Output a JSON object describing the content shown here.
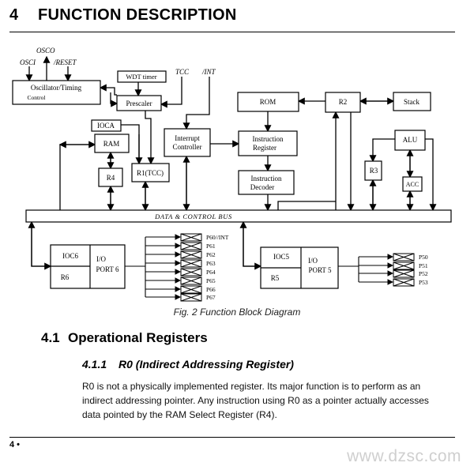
{
  "heading": {
    "number": "4",
    "title": "FUNCTION DESCRIPTION"
  },
  "diagram": {
    "blocks": {
      "osc": [
        "Oscillator/Timing",
        "Control"
      ],
      "wdt": "WDT timer",
      "prescaler": "Prescaler",
      "ioca": "IOCA",
      "ram": "RAM",
      "r4": "R4",
      "r1": "R1(TCC)",
      "int_ctrl": [
        "Interrupt",
        "Controller"
      ],
      "rom": "ROM",
      "inst_reg": [
        "Instruction",
        "Register"
      ],
      "inst_dec": [
        "Instruction",
        "Decoder"
      ],
      "r2": "R2",
      "stack": "Stack",
      "alu": "ALU",
      "r3": "R3",
      "acc": "ACC",
      "bus": "DATA & CONTROL BUS",
      "ioc6": "IOC6",
      "r6": "R6",
      "port6": [
        "I/O",
        "PORT 6"
      ],
      "ioc5": "IOC5",
      "r5": "R5",
      "port5": [
        "I/O",
        "PORT 5"
      ]
    },
    "signals": {
      "osco": "OSCO",
      "osci": "OSCI",
      "reset": "/RESET",
      "tcc": "TCC",
      "int": "/INT"
    },
    "pins6": [
      "P60//INT",
      "P61",
      "P62",
      "P63",
      "P64",
      "P65",
      "P66",
      "P67"
    ],
    "pins5": [
      "P50",
      "P51",
      "P52",
      "P53"
    ],
    "caption": "Fig. 2 Function Block Diagram"
  },
  "section": {
    "number": "4.1",
    "title": "Operational Registers"
  },
  "subsection": {
    "number": "4.1.1",
    "title": "R0 (Indirect Addressing Register)"
  },
  "paragraph": [
    "R0 is not a physically implemented register.  Its major function is to perform as an",
    "indirect addressing pointer.  Any instruction using R0 as a pointer actually accesses",
    "data pointed by the RAM Select Register (R4)."
  ],
  "page_number": "4 •",
  "watermark": "www.dzsc.com"
}
